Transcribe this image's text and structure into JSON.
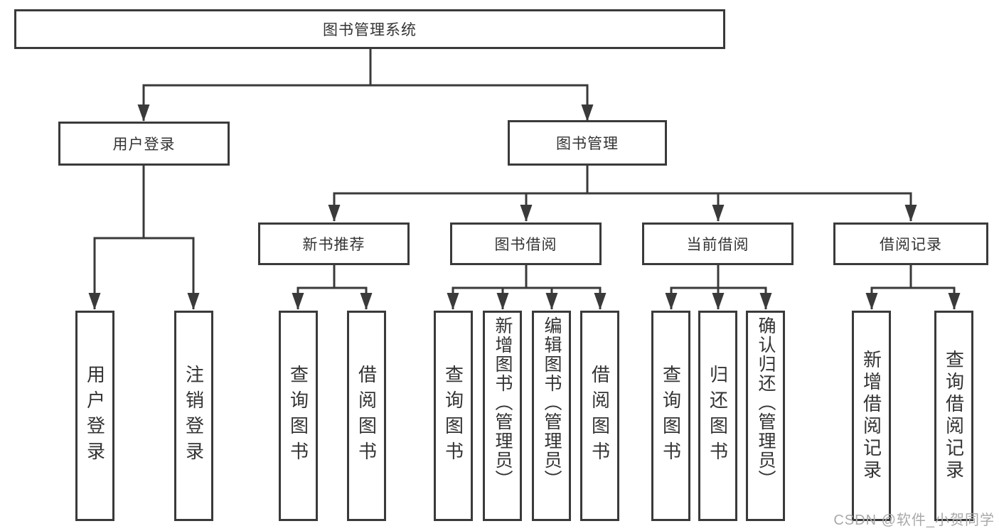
{
  "title": {
    "label": "图书管理系统"
  },
  "level1": {
    "user_login": {
      "label": "用户登录"
    },
    "book_management": {
      "label": "图书管理"
    }
  },
  "user_login_children": [
    {
      "label": "用户登录"
    },
    {
      "label": "注销登录"
    }
  ],
  "sections": [
    {
      "label": "新书推荐",
      "children": [
        {
          "label": "查询图书"
        },
        {
          "label": "借阅图书"
        }
      ]
    },
    {
      "label": "图书借阅",
      "children": [
        {
          "label": "查询图书"
        },
        {
          "label": "新增图书（管理员）"
        },
        {
          "label": "编辑图书（管理员）"
        },
        {
          "label": "借阅图书"
        }
      ]
    },
    {
      "label": "当前借阅",
      "children": [
        {
          "label": "查询图书"
        },
        {
          "label": "归还图书"
        },
        {
          "label": "确认归还（管理员）"
        }
      ]
    },
    {
      "label": "借阅记录",
      "children": [
        {
          "label": "新增借阅记录"
        },
        {
          "label": "查询借阅记录"
        }
      ]
    }
  ],
  "watermark": {
    "text": "CSDN @软件_小贺同学"
  },
  "colors": {
    "line": "#3a3a3a",
    "text": "#333333",
    "watermark": "#a9a9a9",
    "background": "#ffffff"
  }
}
